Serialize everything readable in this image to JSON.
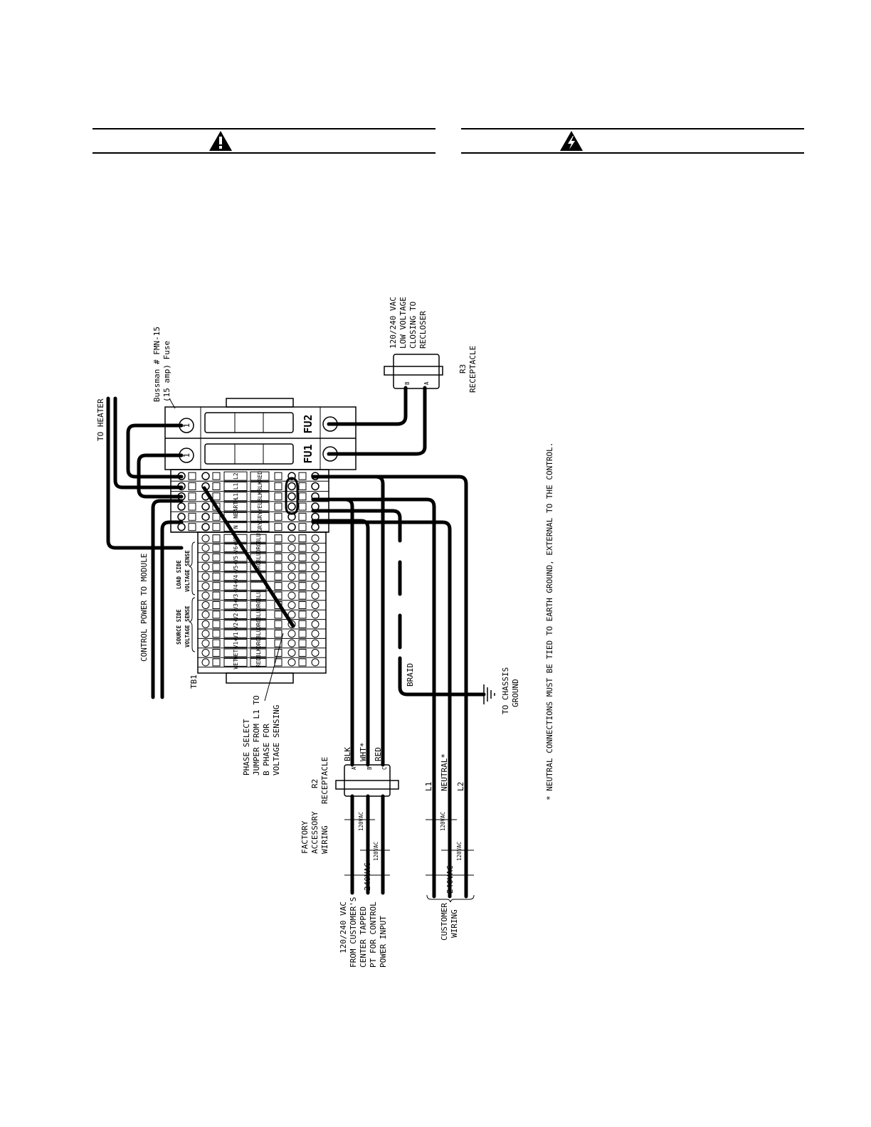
{
  "header": {
    "caution_icon": "warning-triangle-icon",
    "hazard_icon": "electric-shock-icon"
  },
  "diagram": {
    "fuse_label": [
      "Bussman # FMN-15",
      "(15 amp) Fuse"
    ],
    "to_heater": "TO HEATER",
    "fuse1": "FU1",
    "fuse2": "FU2",
    "fuse_terminal1": "1",
    "fuse_terminal2": "2",
    "r3_text": [
      "120/240 VAC",
      "LOW VOLTAGE",
      "CLOSING TO",
      "RECLOSER"
    ],
    "r3_label": [
      "R3",
      "RECEPTACLE"
    ],
    "r3_pins": [
      "B",
      "A"
    ],
    "control_power": "CONTROL POWER TO MODULE",
    "tb1": "TB1",
    "load_side": [
      "LOAD SIDE",
      "VOLTAGE SENSE"
    ],
    "source_side": [
      "SOURCE SIDE",
      "VOLTAGE SENSE"
    ],
    "tb_rows": [
      {
        "name": "L2",
        "color": "RED"
      },
      {
        "name": "L1",
        "color": "BLK"
      },
      {
        "name": "L1",
        "color": "BLK"
      },
      {
        "name": "EARTH",
        "color": "YEL"
      },
      {
        "name": "N",
        "color": "GRY"
      },
      {
        "name": "N",
        "color": "GRY"
      }
    ],
    "sense_rows": [
      {
        "name": "V6-",
        "color": "BLU"
      },
      {
        "name": "V6+",
        "color": "ORG"
      },
      {
        "name": "V5-",
        "color": "BLU"
      },
      {
        "name": "V5+",
        "color": "ORG"
      },
      {
        "name": "V4-",
        "color": ""
      },
      {
        "name": "V4+",
        "color": ""
      },
      {
        "name": "V3-",
        "color": "BLU"
      },
      {
        "name": "V3+",
        "color": "ORG"
      },
      {
        "name": "V2-",
        "color": "BLU"
      },
      {
        "name": "V2+",
        "color": "ORG"
      },
      {
        "name": "V1-",
        "color": "BLU"
      },
      {
        "name": "V1+",
        "color": "ORG"
      },
      {
        "name": "WET-",
        "color": "BLK"
      },
      {
        "name": "WET+",
        "color": "RED"
      }
    ],
    "phase_select": [
      "PHASE SELECT",
      "JUMPER FROM L1 TO",
      "B PHASE FOR",
      "VOLTAGE SENSING"
    ],
    "braid": "BRAID",
    "chassis_ground": [
      "TO CHASSIS",
      "GROUND"
    ],
    "r2_colors": [
      "BLK",
      "WHT*",
      "RED"
    ],
    "r2_pins": [
      "A",
      "B",
      "C"
    ],
    "r2_label": [
      "R2",
      "RECEPTACLE"
    ],
    "factory_wiring": [
      "FACTORY",
      "ACCESSORY",
      "WIRING"
    ],
    "v120": "120VAC",
    "v240": "240VAC",
    "customer_source": [
      "120/240 VAC",
      "FROM CUSTOMER'S",
      "CENTER TAPPED",
      "PT FOR CONTROL",
      "POWER INPUT"
    ],
    "customer_lines": [
      "L1",
      "NEUTRAL*",
      "L2"
    ],
    "customer_wiring": [
      "CUSTOMER",
      "WIRING"
    ],
    "note": "* NEUTRAL CONNECTIONS MUST BE TIED TO EARTH GROUND, EXTERNAL TO THE CONTROL."
  }
}
